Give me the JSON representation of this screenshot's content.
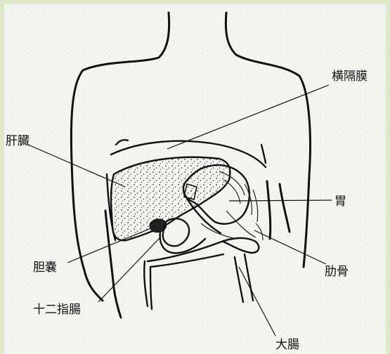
{
  "labels": {
    "diaphragm": "横隔膜",
    "liver": "肝臓",
    "stomach": "胃",
    "gallbladder": "胆嚢",
    "ribs": "肋骨",
    "duodenum": "十二指腸",
    "large_intestine": "大腸"
  }
}
